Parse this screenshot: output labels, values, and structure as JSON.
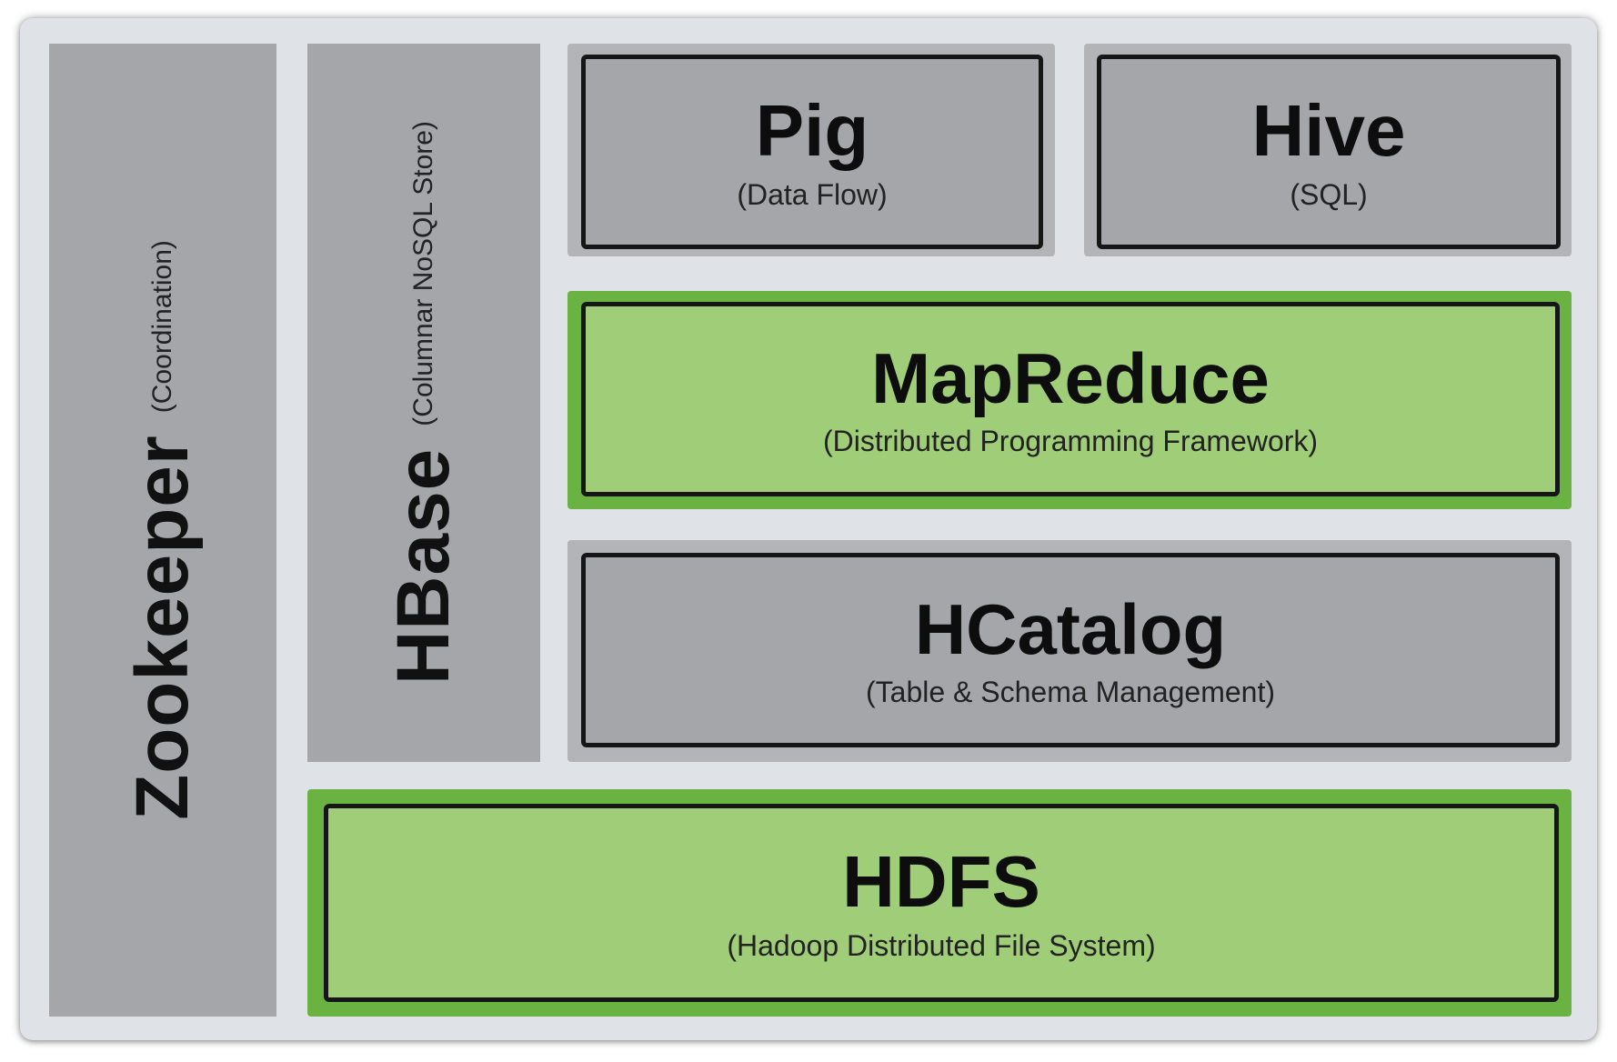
{
  "zookeeper": {
    "title": "Zookeeper",
    "subtitle": "(Coordination)"
  },
  "hbase": {
    "title": "HBase",
    "subtitle": "(Columnar NoSQL Store)"
  },
  "pig": {
    "title": "Pig",
    "subtitle": "(Data Flow)"
  },
  "hive": {
    "title": "Hive",
    "subtitle": "(SQL)"
  },
  "mapreduce": {
    "title": "MapReduce",
    "subtitle": "(Distributed Programming Framework)"
  },
  "hcatalog": {
    "title": "HCatalog",
    "subtitle": "(Table & Schema Management)"
  },
  "hdfs": {
    "title": "HDFS",
    "subtitle": "(Hadoop Distributed File System)"
  },
  "colors": {
    "background": "#dfe3e8",
    "gray_block": "#a5a6a9",
    "green_border": "#6ab343",
    "green_fill": "#a0ce78",
    "outline": "#161616"
  }
}
